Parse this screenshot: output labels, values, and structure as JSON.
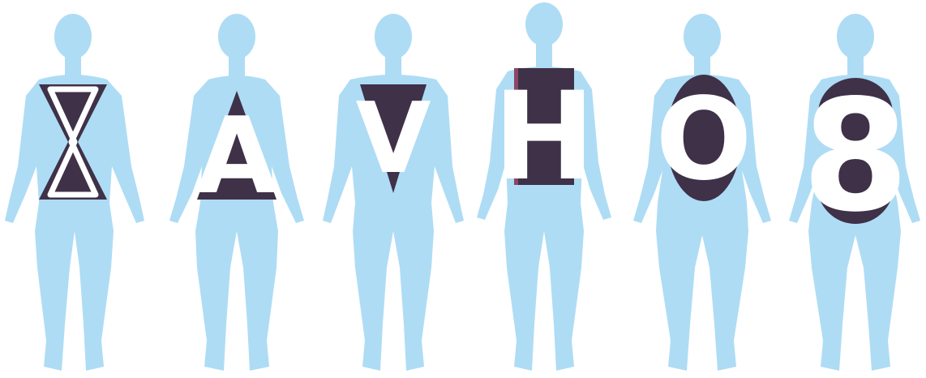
{
  "silhouette_color": "#aedcf5",
  "shape_fill_color": "#3f3148",
  "shape_highlight_color": "#c2547e",
  "letter_color": "#ffffff",
  "figures": [
    {
      "id": "hourglass",
      "letter": "X",
      "icon": "hourglass-outline-icon"
    },
    {
      "id": "triangle",
      "letter": "A",
      "icon": "triangle-up-icon"
    },
    {
      "id": "inverted-triangle",
      "letter": "V",
      "icon": "triangle-down-icon"
    },
    {
      "id": "rectangle",
      "letter": "H",
      "icon": "rectangle-icon"
    },
    {
      "id": "oval",
      "letter": "O",
      "icon": "ellipse-icon"
    },
    {
      "id": "figure-eight",
      "letter": "8",
      "icon": "figure-eight-icon"
    }
  ]
}
